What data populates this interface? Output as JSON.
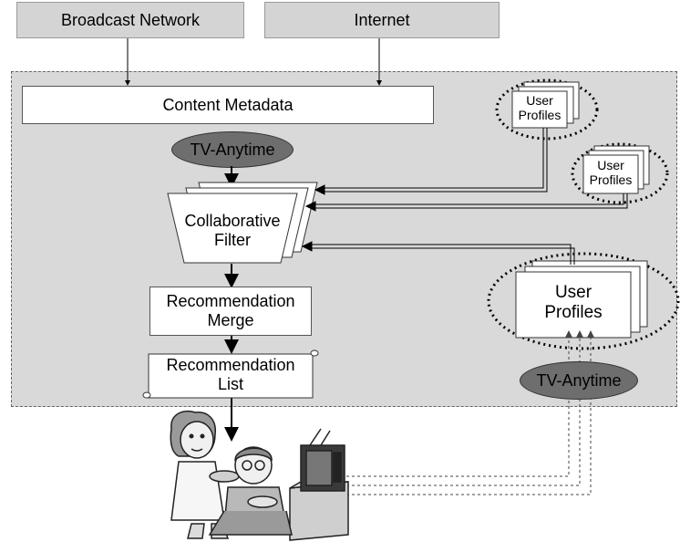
{
  "sources": {
    "broadcast": "Broadcast Network",
    "internet": "Internet"
  },
  "content_metadata": "Content Metadata",
  "tv_anytime_top": "TV-Anytime",
  "tv_anytime_bottom": "TV-Anytime",
  "collaborative_filter": {
    "line1": "Collaborative",
    "line2": "Filter"
  },
  "recommendation_merge": {
    "line1": "Recommendation",
    "line2": "Merge"
  },
  "recommendation_list": {
    "line1": "Recommendation",
    "line2": "List"
  },
  "user_profiles_small_1": {
    "line1": "User",
    "line2": "Profiles"
  },
  "user_profiles_small_2": {
    "line1": "User",
    "line2": "Profiles"
  },
  "user_profiles_large": {
    "line1": "User",
    "line2": "Profiles"
  },
  "colors": {
    "background": "#ffffff",
    "region": "#d9d9d9",
    "source_box": "#d4d4d4",
    "oval": "#6e6e6e"
  }
}
